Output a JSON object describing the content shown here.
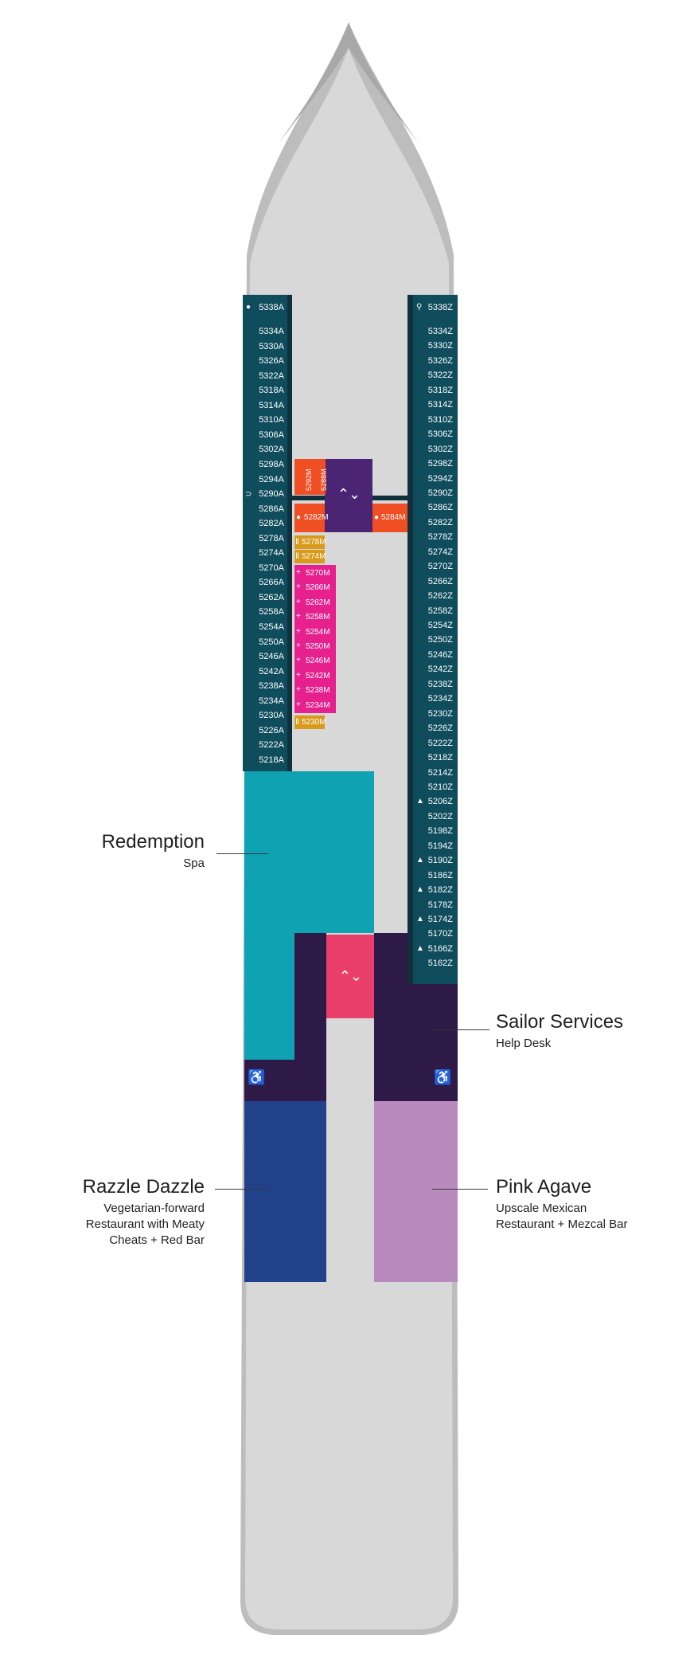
{
  "deck": {
    "colors": {
      "hull": "#d8d8d8",
      "hull_outline": "#9a9a9a",
      "cabin_corridor": "#0f4c5c",
      "spa": "#0ea2b3",
      "sailor_services": "#2e1a47",
      "elevator_top": "#4b2573",
      "elevator_mid": "#ea3f6a",
      "razzle_dazzle": "#21418a",
      "pink_agave": "#b98abd",
      "orange_suites": "#f04e23",
      "yellow_suites": "#d99a1c",
      "magenta_suites": "#e6208c"
    },
    "cabins_port": [
      "5338A",
      "5334A",
      "5330A",
      "5326A",
      "5322A",
      "5318A",
      "5314A",
      "5310A",
      "5306A",
      "5302A",
      "5298A",
      "5294A",
      "5290A",
      "5286A",
      "5282A",
      "5278A",
      "5274A",
      "5270A",
      "5266A",
      "5262A",
      "5258A",
      "5254A",
      "5250A",
      "5246A",
      "5242A",
      "5238A",
      "5234A",
      "5230A",
      "5226A",
      "5222A",
      "5218A"
    ],
    "cabins_starboard": [
      "5338Z",
      "5334Z",
      "5330Z",
      "5326Z",
      "5322Z",
      "5318Z",
      "5314Z",
      "5310Z",
      "5306Z",
      "5302Z",
      "5298Z",
      "5294Z",
      "5290Z",
      "5286Z",
      "5282Z",
      "5278Z",
      "5274Z",
      "5270Z",
      "5266Z",
      "5262Z",
      "5258Z",
      "5254Z",
      "5250Z",
      "5246Z",
      "5242Z",
      "5238Z",
      "5234Z",
      "5230Z",
      "5226Z",
      "5222Z",
      "5218Z",
      "5214Z",
      "5210Z",
      "5206Z",
      "5202Z",
      "5198Z",
      "5194Z",
      "5190Z",
      "5186Z",
      "5182Z",
      "5178Z",
      "5174Z",
      "5170Z",
      "5166Z",
      "5162Z"
    ],
    "cabins_center_orange": [
      "5292M",
      "5288M",
      "5282M",
      "5284M"
    ],
    "cabins_center_yellow": [
      "5278M",
      "5274M",
      "5230M"
    ],
    "cabins_center_magenta": [
      "5270M",
      "5266M",
      "5262M",
      "5258M",
      "5254M",
      "5250M",
      "5246M",
      "5242M",
      "5238M",
      "5234M"
    ],
    "icons": {
      "elevator": "elevator-up-down-icon",
      "accessible": "wheelchair-icon",
      "connecting": "connecting-door-icon",
      "triangle": "triangle-icon",
      "dot": "dot-icon",
      "keyhole": "keyhole-icon",
      "plus": "plus-icon",
      "bed": "bed-icon"
    }
  },
  "venues": {
    "redemption": {
      "title": "Redemption",
      "subtitle": "Spa"
    },
    "sailor_services": {
      "title": "Sailor Services",
      "subtitle": "Help Desk"
    },
    "razzle_dazzle": {
      "title": "Razzle Dazzle",
      "subtitle": [
        "Vegetarian-forward",
        "Restaurant with Meaty",
        "Cheats + Red Bar"
      ]
    },
    "pink_agave": {
      "title": "Pink Agave",
      "subtitle": [
        "Upscale Mexican",
        "Restaurant + Mezcal Bar"
      ]
    }
  }
}
